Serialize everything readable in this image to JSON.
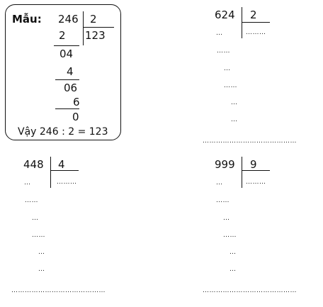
{
  "sample": {
    "label": "Mẫu:",
    "dividend": "246",
    "divisor": "2",
    "quotient": "123",
    "steps": [
      "2",
      "04",
      "4",
      "06",
      "6",
      "0"
    ],
    "conclusion": "Vậy 246 : 2 = 123"
  },
  "exercises": [
    {
      "dividend": "624",
      "divisor": "2",
      "quotient_dots": "………",
      "work_dots": [
        "…",
        "……",
        "…",
        "……",
        "…",
        "…"
      ],
      "answer_dots": "……………………………………"
    },
    {
      "dividend": "448",
      "divisor": "4",
      "quotient_dots": "………",
      "work_dots": [
        "…",
        "……",
        "…",
        "……",
        "…",
        "…"
      ],
      "answer_dots": "……………………………………"
    },
    {
      "dividend": "999",
      "divisor": "9",
      "quotient_dots": "………",
      "work_dots": [
        "…",
        "……",
        "…",
        "……",
        "…",
        "…"
      ],
      "answer_dots": "……………………………………"
    }
  ]
}
